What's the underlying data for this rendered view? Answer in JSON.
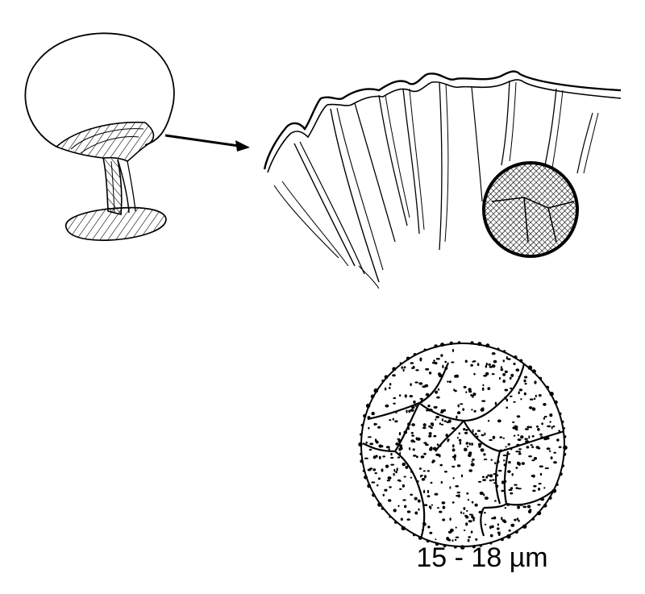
{
  "figure": {
    "scale_label": "15 - 18 µm",
    "background_color": "#ffffff",
    "ink_color": "#000000",
    "parts": [
      {
        "name": "whole-sporangium",
        "description_visible": false
      },
      {
        "name": "peridium-detail",
        "description_visible": false
      },
      {
        "name": "spore",
        "description_visible": false
      }
    ]
  }
}
